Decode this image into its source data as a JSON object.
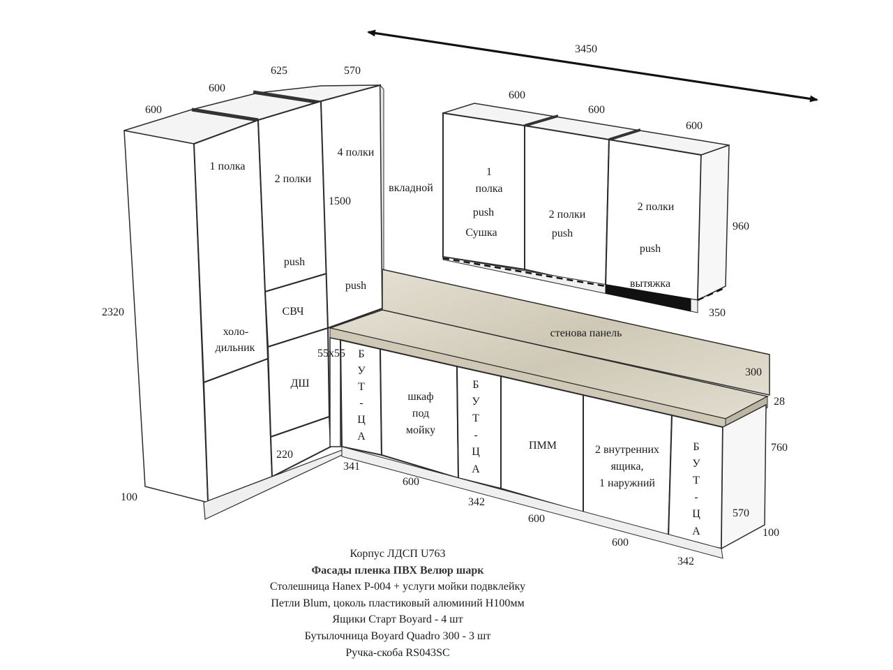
{
  "overall_width": "3450",
  "tall": {
    "widths": [
      "600",
      "600",
      "625",
      "570"
    ],
    "height": "2320",
    "plinth": "100",
    "fridge_upper": "1 полка",
    "fridge": [
      "холо-",
      "дильник"
    ],
    "mid_upper": "2 полки",
    "mid_push": "push",
    "mw": "СВЧ",
    "oven": "ДШ",
    "low_drawer": "220",
    "right_upper": "4 полки",
    "right_height": "1500",
    "right_push": "push",
    "inset": "вкладной"
  },
  "wall": {
    "widths": [
      "600",
      "600",
      "600"
    ],
    "height": "960",
    "depth": "350",
    "c1": [
      "1",
      "полка",
      "push",
      "Сушка"
    ],
    "c2": [
      "2 полки",
      "push"
    ],
    "c3": [
      "2 полки",
      "push"
    ],
    "hood": "вытяжка"
  },
  "base": {
    "panel": "стенова панель",
    "panel_h": "300",
    "top_thick": "28",
    "height": "760",
    "depth": "570",
    "plinth": "100",
    "corner": "55х55",
    "bottle_label": [
      "Б",
      "У",
      "Т",
      "-",
      "Ц",
      "А"
    ],
    "sink": [
      "шкаф",
      "под",
      "мойку"
    ],
    "dishwasher": "ПММ",
    "drawers": [
      "2 внутренних",
      "ящика,",
      "1 наружний"
    ],
    "widths": [
      "341",
      "600",
      "342",
      "600",
      "600",
      "342"
    ]
  },
  "notes": [
    "Корпус ЛДСП U763",
    "Фасады пленка ПВХ Велюр шарк",
    "Столешница Hanex P-004 + услуги мойки подвклейку",
    "Петли Blum, цоколь пластиковый алюминий Н100мм",
    "Ящики Старт Boyard - 4 шт",
    "Бутылочница Boyard Quadro 300 - 3 шт",
    "Ручка-скоба RS043SC"
  ],
  "colors": {
    "line": "#2b2b2b",
    "countertop": "#d9d3c4",
    "hood": "#111111"
  }
}
